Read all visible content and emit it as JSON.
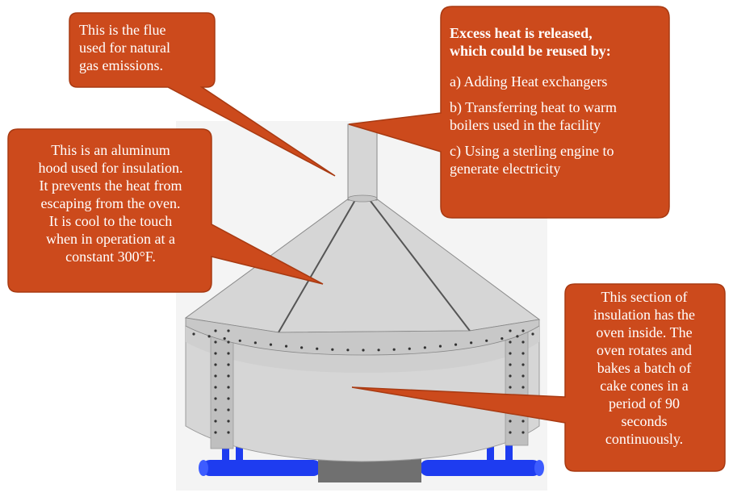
{
  "callouts": {
    "flue": {
      "lines": [
        "This is the flue",
        "used for natural",
        "gas emissions."
      ]
    },
    "hood": {
      "lines": [
        "This is an aluminum",
        "hood used for insulation.",
        "It prevents the heat from",
        "escaping from the oven.",
        "It is cool to the touch",
        "when in operation at a",
        "constant 300°F."
      ]
    },
    "heat": {
      "heading_lines": [
        "Excess heat is released,",
        "which could be reused by:"
      ],
      "option_a": "a) Adding Heat exchangers",
      "option_b_lines": [
        "b) Transferring heat to warm",
        "boilers used in the facility"
      ],
      "option_c_lines": [
        "c) Using a sterling engine to",
        "generate electricity"
      ]
    },
    "section": {
      "lines": [
        "This section of",
        "insulation has the",
        "oven inside.  The",
        "oven rotates and",
        "bakes a batch of",
        "cake cones in a",
        "period of 90",
        "seconds",
        "continuously."
      ]
    }
  },
  "colors": {
    "callout_fill": "#cc4a1c",
    "callout_stroke": "#a83a12",
    "callout_text": "#ffffff",
    "metal": "#d6d6d6",
    "metal_dark": "#bfbfbf",
    "seam": "#555555",
    "pipe": "#1e3cf0",
    "base": "#707070"
  }
}
